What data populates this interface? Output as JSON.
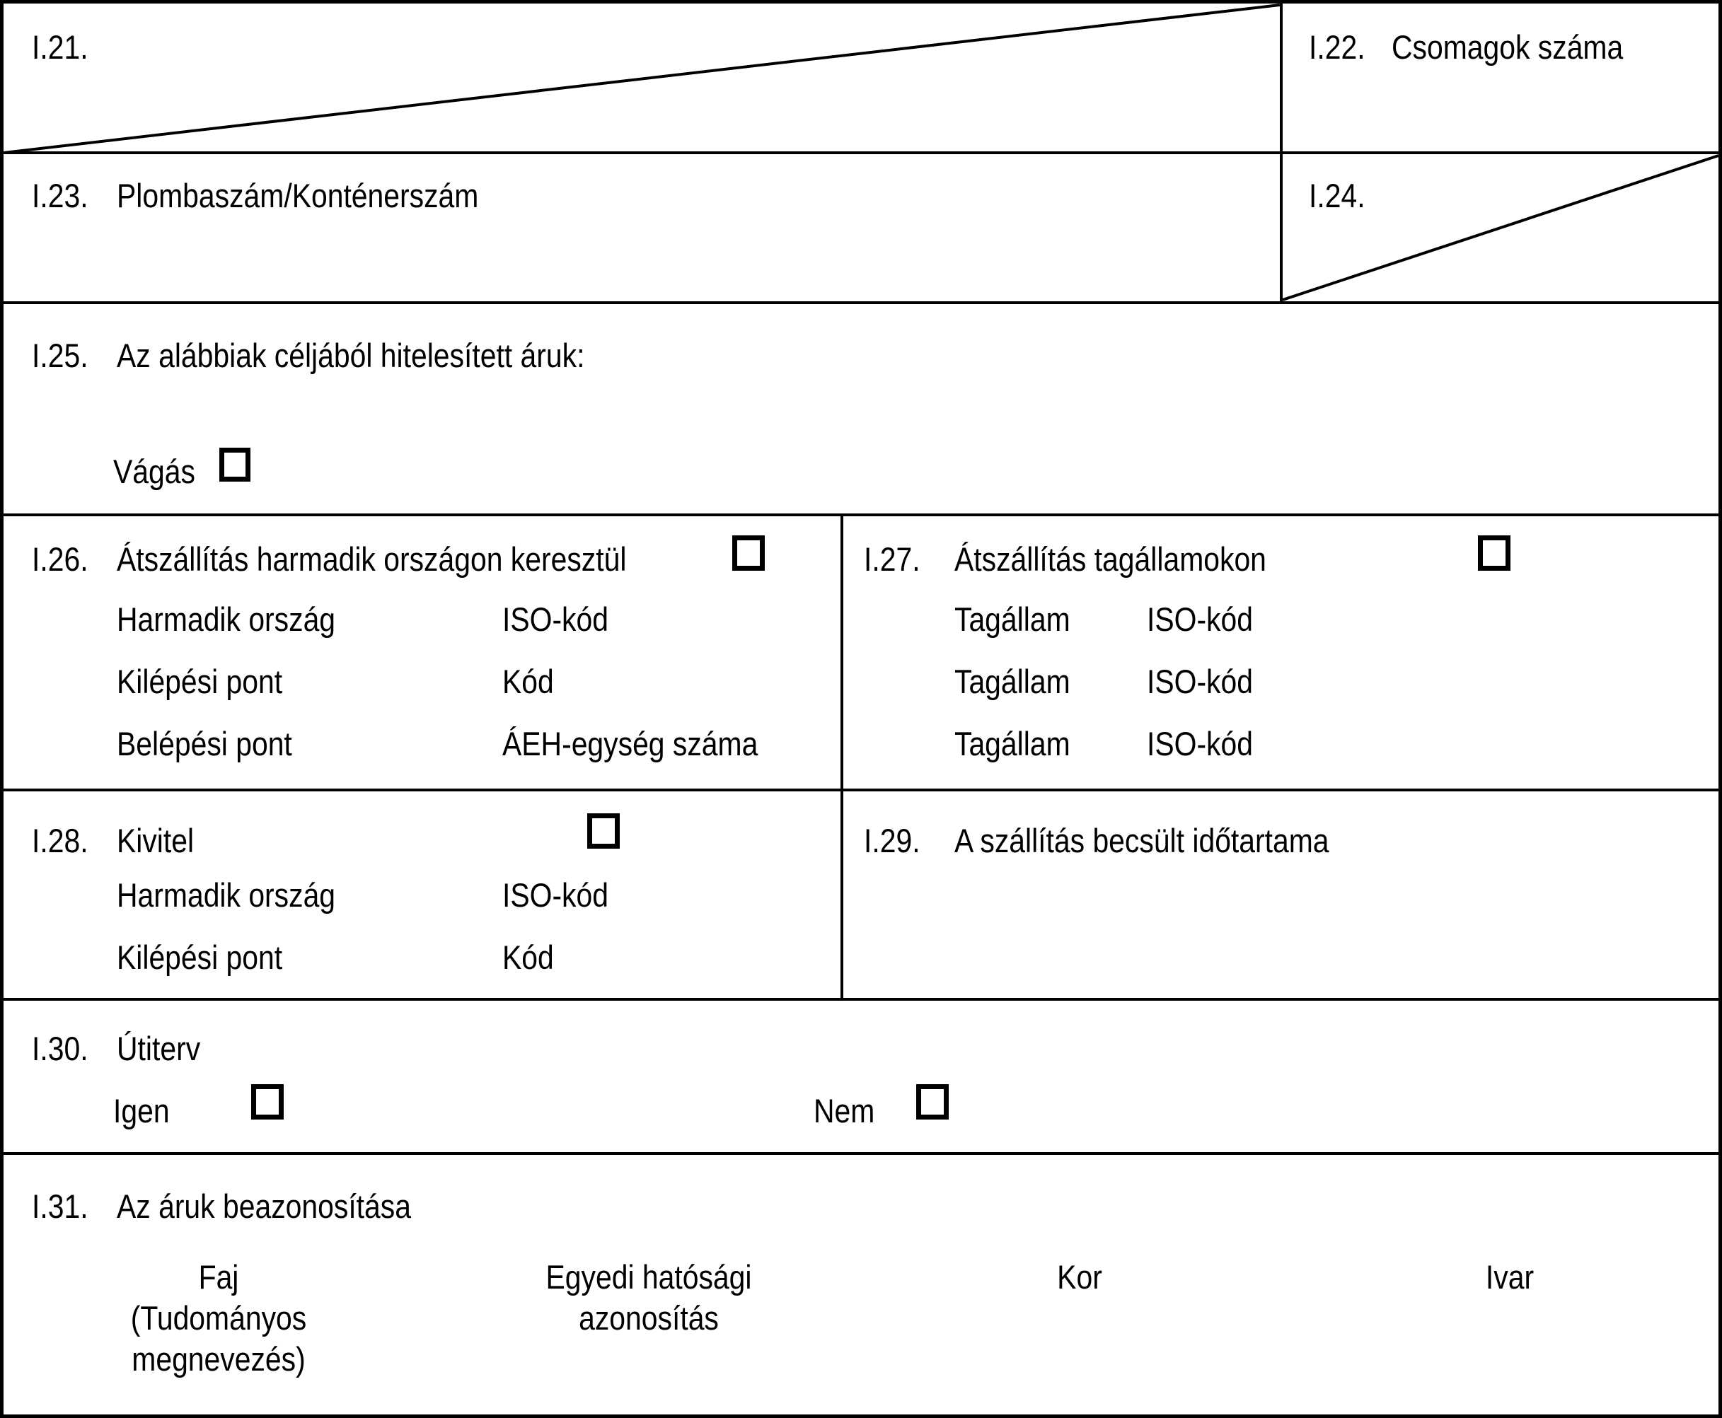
{
  "form": {
    "i21": {
      "number": "I.21."
    },
    "i22": {
      "number": "I.22.",
      "label": "Csomagok száma"
    },
    "i23": {
      "number": "I.23.",
      "label": "Plombaszám/Konténerszám"
    },
    "i24": {
      "number": "I.24."
    },
    "i25": {
      "number": "I.25.",
      "label": "Az alábbiak céljából hitelesített áruk:",
      "option": "Vágás"
    },
    "i26": {
      "number": "I.26.",
      "label": "Átszállítás harmadik országon keresztül",
      "rows": [
        {
          "label": "Harmadik ország",
          "value": "ISO-kód"
        },
        {
          "label": "Kilépési pont",
          "value": "Kód"
        },
        {
          "label": "Belépési pont",
          "value": "ÁEH-egység száma"
        }
      ]
    },
    "i27": {
      "number": "I.27.",
      "label": "Átszállítás tagállamokon",
      "rows": [
        {
          "label": "Tagállam",
          "value": "ISO-kód"
        },
        {
          "label": "Tagállam",
          "value": "ISO-kód"
        },
        {
          "label": "Tagállam",
          "value": "ISO-kód"
        }
      ]
    },
    "i28": {
      "number": "I.28.",
      "label": "Kivitel",
      "rows": [
        {
          "label": "Harmadik ország",
          "value": "ISO-kód"
        },
        {
          "label": "Kilépési pont",
          "value": "Kód"
        }
      ]
    },
    "i29": {
      "number": "I.29.",
      "label": "A szállítás becsült időtartama"
    },
    "i30": {
      "number": "I.30.",
      "label": "Útiterv",
      "yes": "Igen",
      "no": "Nem"
    },
    "i31": {
      "number": "I.31.",
      "label": "Az áruk beazonosítása",
      "columns": [
        {
          "lines": [
            "Faj",
            "(Tudományos",
            "megnevezés)"
          ]
        },
        {
          "lines": [
            "Egyedi hatósági",
            "azonosítás"
          ]
        },
        {
          "lines": [
            "Kor"
          ]
        },
        {
          "lines": [
            "Ivar"
          ]
        }
      ]
    }
  },
  "colors": {
    "line": "#000000",
    "background": "#ffffff"
  }
}
